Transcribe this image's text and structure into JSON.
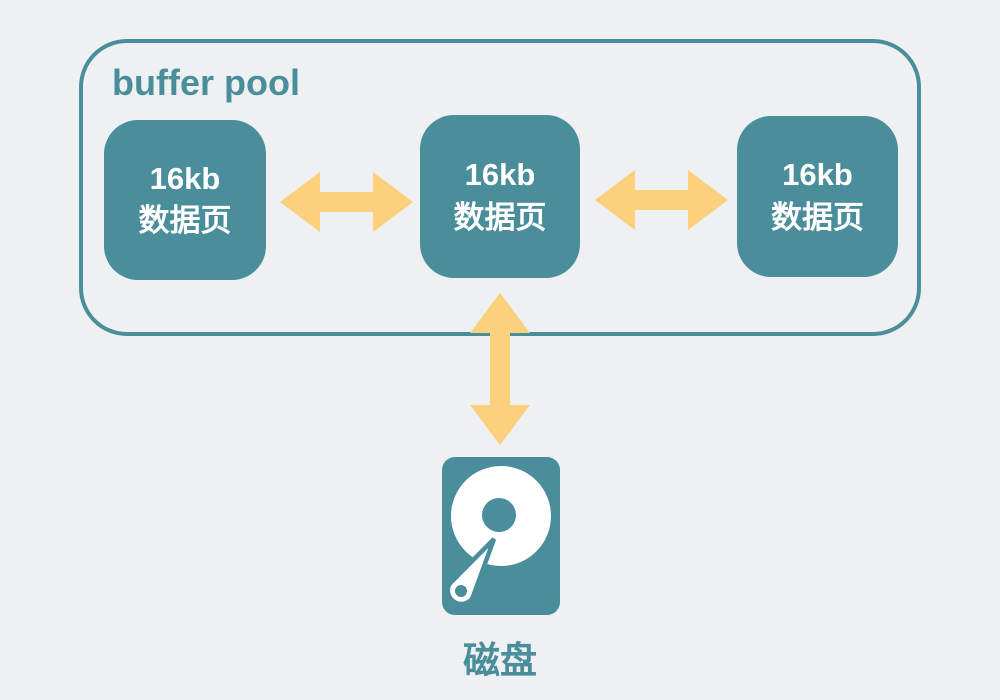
{
  "colors": {
    "background": "#EEF0F2",
    "teal": "#4A8E9B",
    "yellow": "#FBD17D",
    "box_text": "#FFFFFF"
  },
  "pool": {
    "title": "buffer pool",
    "boxes": [
      {
        "line1": "16kb",
        "line2": "数据页"
      },
      {
        "line1": "16kb",
        "line2": "数据页"
      },
      {
        "line1": "16kb",
        "line2": "数据页"
      }
    ]
  },
  "arrows": [
    {
      "name": "arrow-page1-page2",
      "type": "horizontal-bidirectional"
    },
    {
      "name": "arrow-page2-page3",
      "type": "horizontal-bidirectional"
    },
    {
      "name": "arrow-pool-disk",
      "type": "vertical-bidirectional"
    }
  ],
  "disk": {
    "icon": "hard-disk-icon",
    "label": "磁盘"
  }
}
